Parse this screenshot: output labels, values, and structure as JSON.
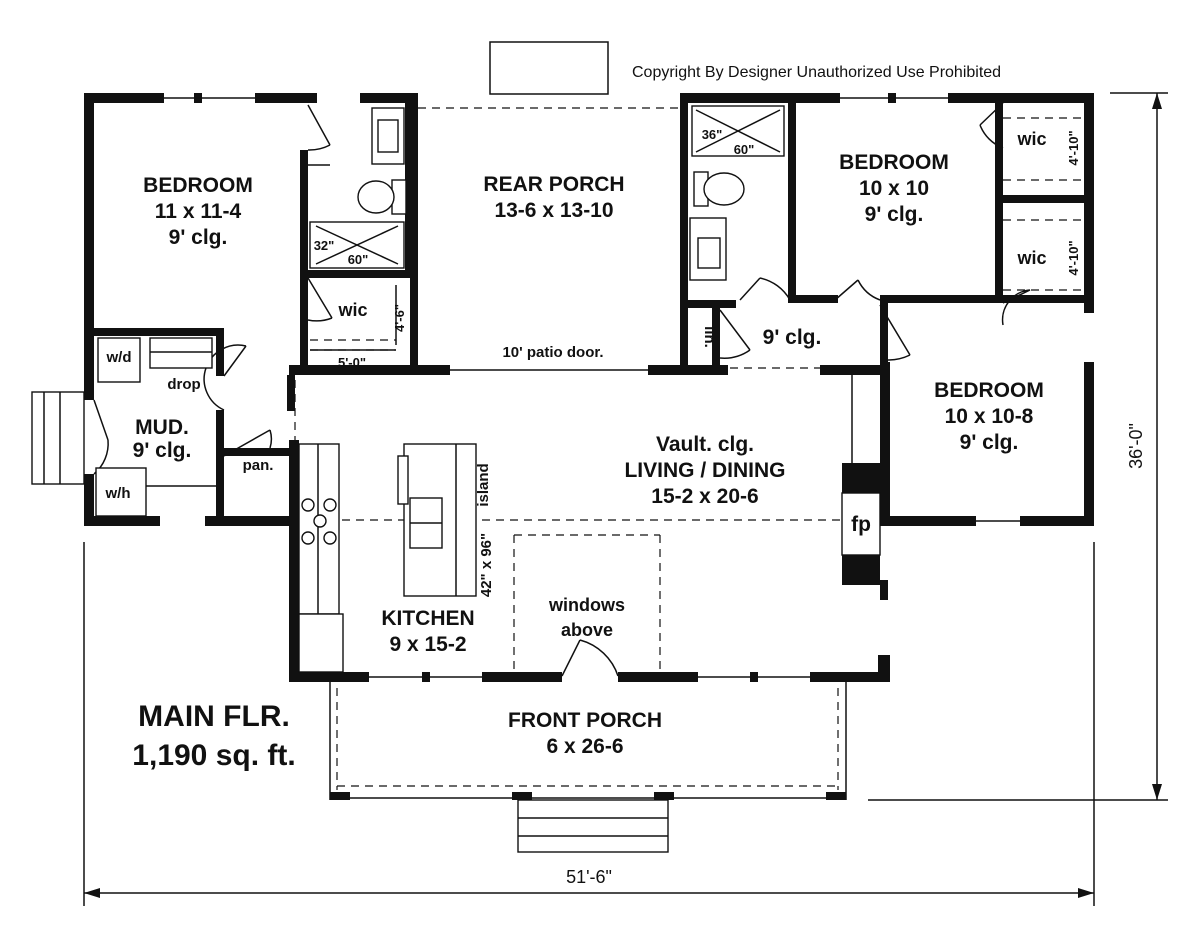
{
  "copyright": "Copyright By Designer Unauthorized Use Prohibited",
  "plan_title": {
    "line1": "MAIN FLR.",
    "line2": "1,190 sq. ft."
  },
  "dimensions": {
    "width": "51'-6\"",
    "depth": "36'-0\""
  },
  "rooms": {
    "bedroom_left": {
      "name": "BEDROOM",
      "size": "11 x 11-4",
      "ceiling": "9' clg."
    },
    "rear_porch": {
      "name": "REAR PORCH",
      "size": "13-6 x 13-10"
    },
    "bedroom_top_right": {
      "name": "BEDROOM",
      "size": "10 x 10",
      "ceiling": "9' clg."
    },
    "bedroom_right": {
      "name": "BEDROOM",
      "size": "10 x 10-8",
      "ceiling": "9' clg."
    },
    "living_dining": {
      "line1": "Vault. clg.",
      "name": "LIVING / DINING",
      "size": "15-2 x 20-6"
    },
    "kitchen": {
      "name": "KITCHEN",
      "size": "9 x 15-2"
    },
    "front_porch": {
      "name": "FRONT PORCH",
      "size": "6 x 26-6"
    },
    "mud": {
      "name": "MUD.",
      "ceiling": "9' clg."
    },
    "hall": {
      "ceiling": "9' clg."
    }
  },
  "small_labels": {
    "wd": "w/d",
    "drop": "drop",
    "wh": "w/h",
    "pan": "pan.",
    "lin": "lin.",
    "wic_left": "wic",
    "wic_right_top": "wic",
    "wic_right_bottom": "wic",
    "patio_door": "10' patio door.",
    "island": "island",
    "island_size": "42\" x 96\"",
    "windows_above_1": "windows",
    "windows_above_2": "above",
    "fp": "fp",
    "shower_left_w": "32\"",
    "shower_left_d": "60\"",
    "shower_right_w": "36\"",
    "shower_right_d": "60\"",
    "wic_left_dim_w": "5'-0\"",
    "wic_left_dim_h": "4'-6\"",
    "wic_rt_dim": "4'-10\"",
    "wic_rb_dim": "4'-10\""
  }
}
